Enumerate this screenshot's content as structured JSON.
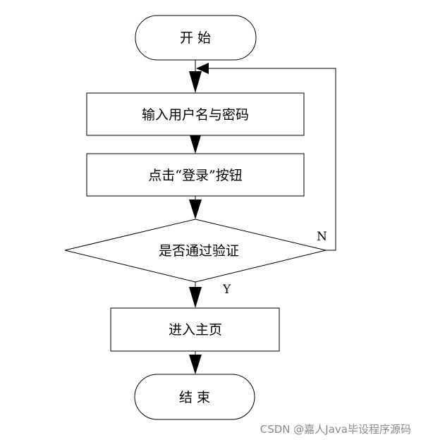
{
  "diagram": {
    "nodes": {
      "start": "开 始",
      "input": "输入用户名与密码",
      "click": "点击“登录”按钮",
      "verify": "是否通过验证",
      "home": "进入主页",
      "end": "结 束"
    },
    "edge_labels": {
      "no": "N",
      "yes": "Y"
    }
  },
  "watermark": "CSDN @嘉人Java毕设程序源码"
}
